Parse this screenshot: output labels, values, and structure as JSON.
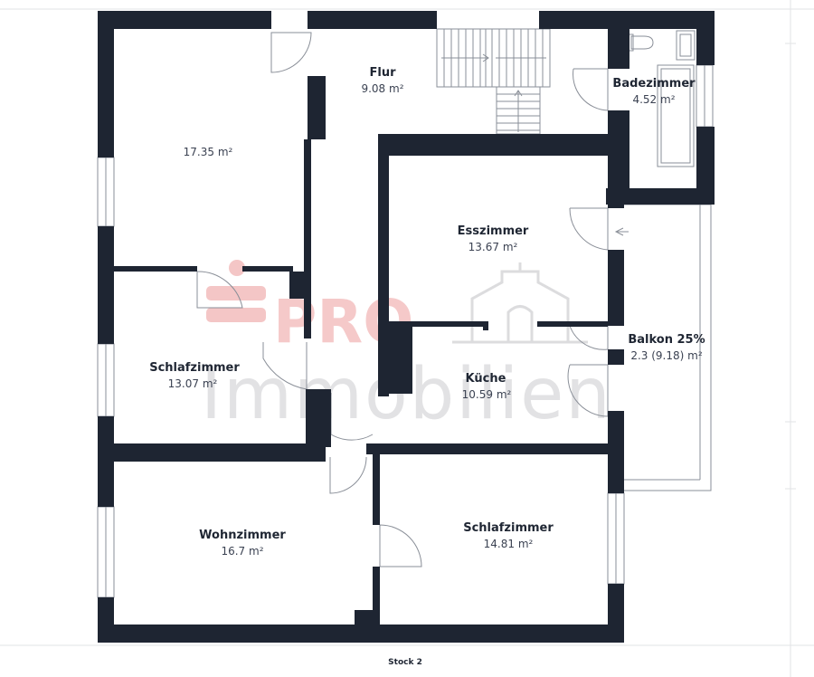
{
  "floor_label": "Stock 2",
  "colors": {
    "wall": "#1e2532",
    "line": "#8a8f98",
    "watermark_red": "#f2b8b8",
    "watermark_gray": "#d4d4d6"
  },
  "watermark": {
    "brand_red": "PRO",
    "brand_gray": "Immobilien"
  },
  "rooms": [
    {
      "id": "nw-room",
      "name": "",
      "area": "17.35 m²"
    },
    {
      "id": "flur",
      "name": "Flur",
      "area": "9.08 m²"
    },
    {
      "id": "bad",
      "name": "Badezimmer",
      "area": "4.52 m²"
    },
    {
      "id": "ess",
      "name": "Esszimmer",
      "area": "13.67 m²"
    },
    {
      "id": "schlaf1",
      "name": "Schlafzimmer",
      "area": "13.07 m²"
    },
    {
      "id": "kueche",
      "name": "Küche",
      "area": "10.59 m²"
    },
    {
      "id": "balkon",
      "name": "Balkon 25%",
      "area": "2.3 (9.18) m²"
    },
    {
      "id": "wohn",
      "name": "Wohnzimmer",
      "area": "16.7 m²"
    },
    {
      "id": "schlaf2",
      "name": "Schlafzimmer",
      "area": "14.81 m²"
    }
  ]
}
